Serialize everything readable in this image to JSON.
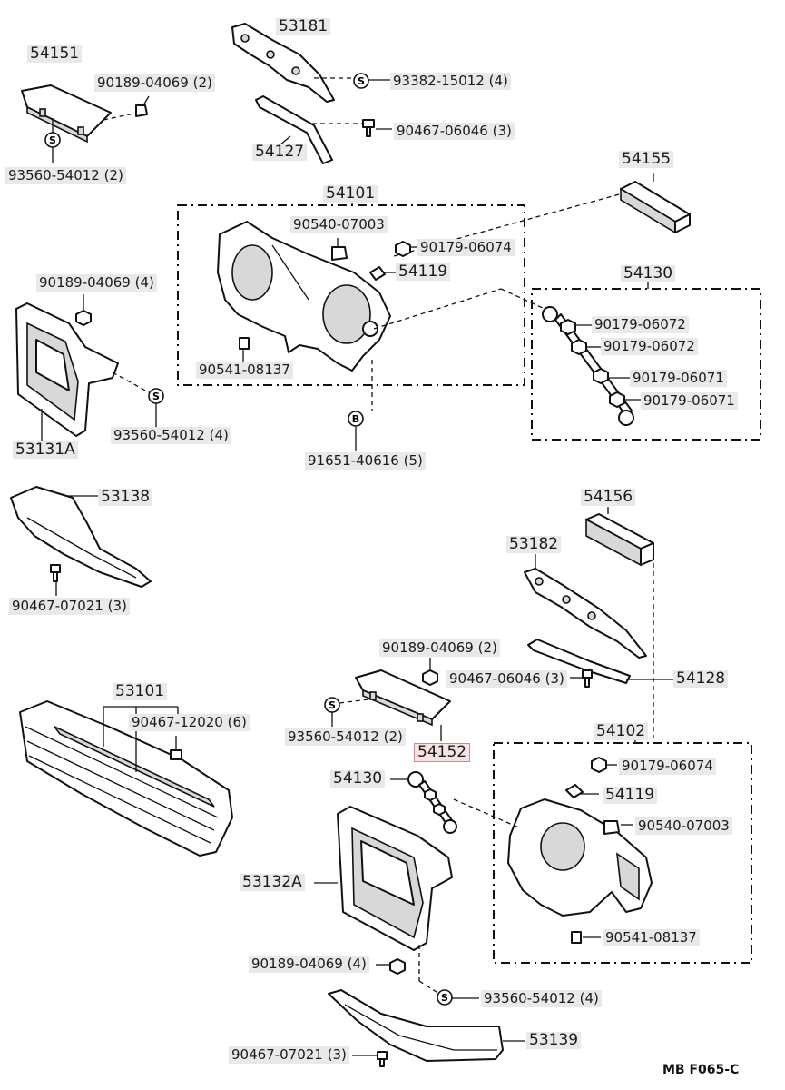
{
  "labels": {
    "p53181": "53181",
    "p54151": "54151",
    "p90189_a": "90189-04069 (2)",
    "p93382": "93382-15012 (4)",
    "p90467_06046_a": "90467-06046 (3)",
    "p54127": "54127",
    "p93560_a": "93560-54012 (2)",
    "p54155": "54155",
    "p54101": "54101",
    "p90540_a": "90540-07003",
    "p90179_06074_a": "90179-06074",
    "p54119_a": "54119",
    "p54130_a": "54130",
    "p90189_b": "90189-04069 (4)",
    "p90179_06072_a": "90179-06072",
    "p90179_06072_b": "90179-06072",
    "p90541_a": "90541-08137",
    "p90179_06071_a": "90179-06071",
    "p90179_06071_b": "90179-06071",
    "p93560_b": "93560-54012 (4)",
    "p53131a": "53131A",
    "p91651": "91651-40616 (5)",
    "p53138": "53138",
    "p54156": "54156",
    "p53182": "53182",
    "p90467_07021_a": "90467-07021 (3)",
    "p90189_c": "90189-04069 (2)",
    "p90467_06046_b": "90467-06046 (3)",
    "p54128": "54128",
    "p53101": "53101",
    "p90467_12020": "90467-12020 (6)",
    "p93560_c": "93560-54012 (2)",
    "p54102": "54102",
    "p54152": "54152",
    "p90179_06074_b": "90179-06074",
    "p54130_b": "54130",
    "p54119_b": "54119",
    "p90540_b": "90540-07003",
    "p53132a": "53132A",
    "p90541_b": "90541-08137",
    "p90189_d": "90189-04069 (4)",
    "p93560_d": "93560-54012 (4)",
    "p53139": "53139",
    "p90467_07021_b": "90467-07021 (3)"
  },
  "symbols": {
    "s": "S",
    "b": "B"
  },
  "diagram_code": "MB  F065-C",
  "highlight_color": "#c98a8a"
}
